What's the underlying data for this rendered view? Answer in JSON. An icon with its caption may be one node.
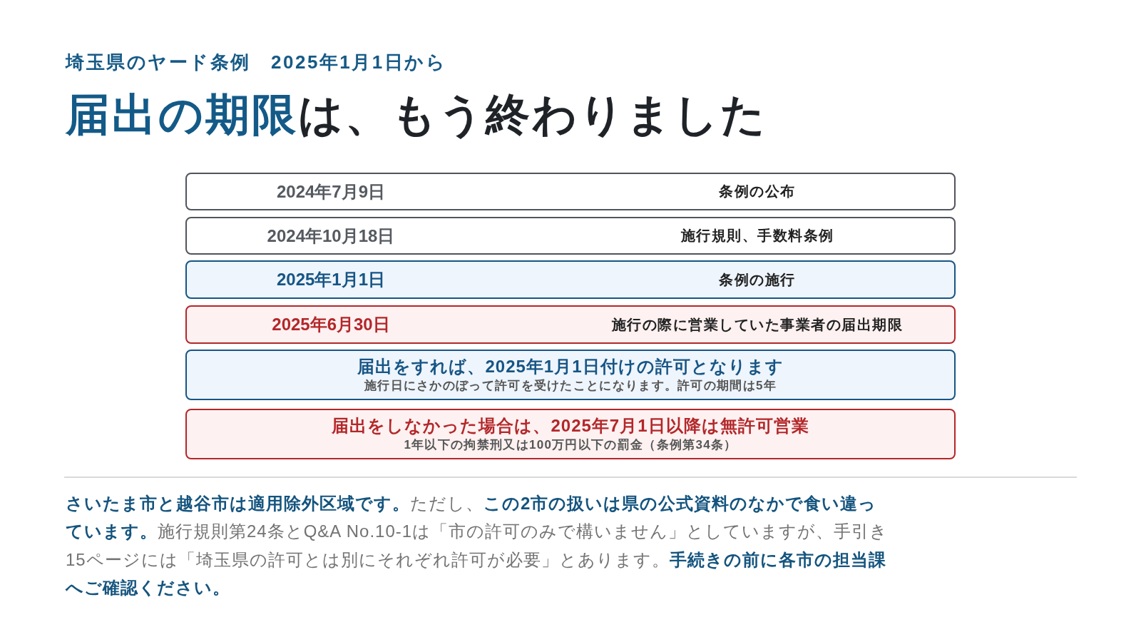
{
  "diagram": {
    "title": "**届出の期限**は、もう終わりました",
    "nodes": [
      {
        "text": [
          "2024年7月9日",
          "条例の公布"
        ]
      },
      {
        "text": [
          "2024年10月18日",
          "施行規則、手数料条例"
        ]
      },
      {
        "text": [
          "2025年1月1日",
          "条例の施行"
        ]
      },
      {
        "text": [
          "2025年6月30日",
          "施行の際に営業していた事業者の届出期限"
        ]
      },
      {
        "text": [
          "届出をすれば、2025年1月1日付けの許可となります",
          "施行日にさかのぼって許可を受けたことになります。許可の期間は5年"
        ]
      },
      {
        "text": [
          "届出をしなかった場合は、2025年7月1日以降は無許可営業",
          "1年以下の拘禁刑又は100万円以下の罰金（条例第34条）"
        ]
      }
    ],
    "labels": [
      "埼玉県のヤード条例　2025年1月1日から",
      "**さいたま市と越谷市は適用除外区域です。**ただし、**この2市の扱いは県の公式資料のなかで食い違っています。**施行規則第24条とQ&A No.10-1は「市の許可のみで構いません」としていますが、手引き15ページには「埼玉県の許可とは別にそれぞれ許可が必要」とあります。**手続きの前に各市の担当課へご確認ください。**"
    ]
  }
}
